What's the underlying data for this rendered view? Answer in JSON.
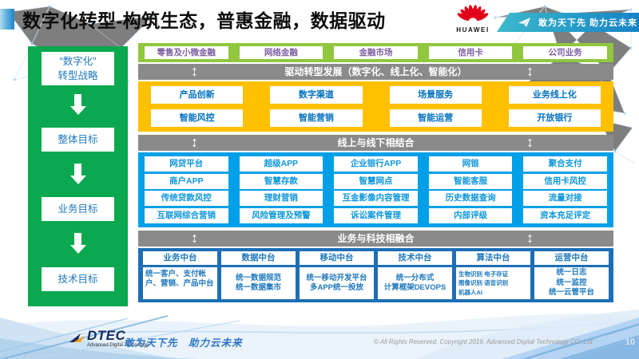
{
  "header": {
    "title": "数字化转型-构筑生态，普惠金融，数据驱动",
    "huawei_label": "HUAWEI",
    "banner_slogan": "敢为天下先 助力云未来"
  },
  "sidebar": {
    "items": [
      "“数字化”\n转型战略",
      "整体目标",
      "业务目标",
      "技术目标"
    ]
  },
  "main": {
    "business_lines": [
      "零售及小微金融",
      "网络金融",
      "金融市场",
      "信用卡",
      "公司业务"
    ],
    "divider1": "驱动转型发展（数字化、线上化、智能化）",
    "transform_rows": [
      [
        "产品创新",
        "数字渠道",
        "场景服务",
        "业务线上化"
      ],
      [
        "智能风控",
        "智能营销",
        "智能运营",
        "开放银行"
      ]
    ],
    "divider2": "线上与线下相结合",
    "capability_rows": [
      [
        "网贷平台",
        "超级APP",
        "企业银行APP",
        "网银",
        "聚合支付"
      ],
      [
        "商户APP",
        "智慧存款",
        "智慧网点",
        "智能客服",
        "信用卡风控"
      ],
      [
        "传统贷款风控",
        "理财营销",
        "互金影像内容管理",
        "历史数据查询",
        "流量对接"
      ],
      [
        "互联网综合营销",
        "风险管理及预警",
        "诉讼案件管理",
        "内部评级",
        "资本充足评定"
      ]
    ],
    "divider3": "业务与科技相融合",
    "platforms": [
      {
        "title": "业务中台",
        "body": "统一客户、支付帐户、营销、产品中台"
      },
      {
        "title": "数据中台",
        "body": "统一数据规范\n统一数据集市"
      },
      {
        "title": "移动中台",
        "body": "统一移动开发平台\n多APP统一投放"
      },
      {
        "title": "技术中台",
        "body": "统一分布式\n计算框架DEVOPS"
      },
      {
        "title": "算法中台",
        "body": "生物识别 电子存证\n图像识别 语音识别\n机器人AI"
      },
      {
        "title": "运营中台",
        "body": "统一日志\n统一监控\n统一云管平台"
      }
    ]
  },
  "footer": {
    "logo_text": "DTEC",
    "logo_subtext": "Advanced Digital Technology",
    "slogan": "敢为天下先　助力云未来",
    "copyright": "© All Rights Reserved. Copyright 2019. Advanced Digital Technology CO.,Ltd",
    "page_number": "10"
  },
  "colors": {
    "sidebar_green": "#0ba84f",
    "business_row_green": "#90c73e",
    "divider_gray": "#8a8a8a",
    "transform_yellow": "#ffc000",
    "capability_cyan": "#00a0e9",
    "platform_blue": "#1e6eb5",
    "box_text_blue": "#1e78be",
    "business_text_purple": "#7d5fa0",
    "yellow_text_blue": "#0070c0",
    "huawei_red": "#e2001a",
    "banner_teal": "#3cb9cb",
    "banner_blue": "#1583c5"
  }
}
